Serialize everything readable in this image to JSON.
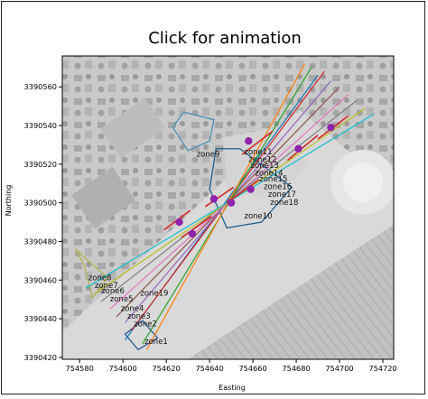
{
  "chart_data": {
    "type": "line",
    "title": "Click for animation",
    "xlabel": "Easting",
    "ylabel": "Northing",
    "xlim": [
      754572,
      754725
    ],
    "ylim": [
      3390419,
      3390576
    ],
    "xticks": [
      754580,
      754600,
      754620,
      754640,
      754660,
      754680,
      754700,
      754720
    ],
    "yticks": [
      3390420,
      3390440,
      3390460,
      3390480,
      3390500,
      3390520,
      3390540,
      3390560
    ],
    "background": "aerial photograph (grayscale)",
    "zones": [
      {
        "name": "zone1",
        "x": 754610,
        "y": 3390427,
        "color": "#2a5b8f",
        "polygon": [
          [
            754601,
            3390432
          ],
          [
            754609,
            3390439
          ],
          [
            754616,
            3390430
          ],
          [
            754607,
            3390424
          ]
        ]
      },
      {
        "name": "zone2",
        "x": 754605,
        "y": 3390436
      },
      {
        "name": "zone3",
        "x": 754602,
        "y": 3390440
      },
      {
        "name": "zone4",
        "x": 754599,
        "y": 3390444
      },
      {
        "name": "zone5",
        "x": 754594,
        "y": 3390449
      },
      {
        "name": "zone6",
        "x": 754590,
        "y": 3390453
      },
      {
        "name": "zone7",
        "x": 754587,
        "y": 3390456
      },
      {
        "name": "zone8",
        "x": 754584,
        "y": 3390460
      },
      {
        "name": "zone19",
        "x": 754608,
        "y": 3390452
      },
      {
        "name": "zone9",
        "x": 754634,
        "y": 3390524,
        "color": "#1f5e8c",
        "polygon": [
          [
            754643,
            3390528
          ],
          [
            754654,
            3390528
          ],
          [
            754678,
            3390508
          ],
          [
            754664,
            3390490
          ],
          [
            754648,
            3390487
          ],
          [
            754640,
            3390507
          ]
        ]
      },
      {
        "name": "zone10",
        "x": 754656,
        "y": 3390492
      },
      {
        "name": "zone11",
        "x": 754656,
        "y": 3390525
      },
      {
        "name": "zone12",
        "x": 754658,
        "y": 3390521
      },
      {
        "name": "zone13",
        "x": 754659,
        "y": 3390518
      },
      {
        "name": "zone14",
        "x": 754661,
        "y": 3390514
      },
      {
        "name": "zone15",
        "x": 754663,
        "y": 3390511
      },
      {
        "name": "zone16",
        "x": 754665,
        "y": 3390507
      },
      {
        "name": "zone17",
        "x": 754667,
        "y": 3390503
      },
      {
        "name": "zone18",
        "x": 754668,
        "y": 3390499
      }
    ],
    "extra_polygons": [
      {
        "color": "#4a90b0",
        "points": [
          [
            754623,
            3390539
          ],
          [
            754628,
            3390547
          ],
          [
            754642,
            3390543
          ],
          [
            754640,
            3390532
          ],
          [
            754630,
            3390527
          ]
        ]
      },
      {
        "color": "#b5b35a",
        "points": [
          [
            754578,
            3390476
          ],
          [
            754593,
            3390461
          ],
          [
            754586,
            3390451
          ],
          [
            754582,
            3390468
          ]
        ]
      }
    ],
    "series": [
      {
        "color": "#1f77b4",
        "start": [
          754601,
          3390429
        ],
        "end": [
          754690,
          3390566
        ]
      },
      {
        "color": "#d62728",
        "start": [
          754604,
          3390434
        ],
        "end": [
          754693,
          3390568
        ]
      },
      {
        "color": "#9467bd",
        "start": [
          754601,
          3390438
        ],
        "end": [
          754696,
          3390563
        ]
      },
      {
        "color": "#8c564b",
        "start": [
          754597,
          3390441
        ],
        "end": [
          754700,
          3390560
        ]
      },
      {
        "color": "#e377c2",
        "start": [
          754594,
          3390445
        ],
        "end": [
          754704,
          3390556
        ]
      },
      {
        "color": "#7f7f7f",
        "start": [
          754590,
          3390449
        ],
        "end": [
          754708,
          3390553
        ]
      },
      {
        "color": "#bcbd22",
        "start": [
          754587,
          3390453
        ],
        "end": [
          754712,
          3390549
        ]
      },
      {
        "color": "#17becf",
        "start": [
          754583,
          3390456
        ],
        "end": [
          754716,
          3390546
        ]
      },
      {
        "color": "#2ca02c",
        "start": [
          754609,
          3390427
        ],
        "end": [
          754687,
          3390570
        ]
      },
      {
        "color": "#ff7f0e",
        "start": [
          754611,
          3390424
        ],
        "end": [
          754684,
          3390572
        ]
      }
    ],
    "segments": [
      {
        "color": "#d62728",
        "start": [
          754638,
          3390498
        ],
        "end": [
          754651,
          3390508
        ]
      },
      {
        "color": "#d62728",
        "start": [
          754627,
          3390482
        ],
        "end": [
          754641,
          3390493
        ]
      },
      {
        "color": "#d62728",
        "start": [
          754648,
          3390500
        ],
        "end": [
          754663,
          3390512
        ]
      },
      {
        "color": "#d62728",
        "start": [
          754619,
          3390486
        ],
        "end": [
          754631,
          3390496
        ]
      },
      {
        "color": "#d62728",
        "start": [
          754655,
          3390525
        ],
        "end": [
          754669,
          3390537
        ]
      },
      {
        "color": "#d62728",
        "start": [
          754676,
          3390522
        ],
        "end": [
          754690,
          3390535
        ]
      },
      {
        "color": "#d62728",
        "start": [
          754690,
          3390533
        ],
        "end": [
          754704,
          3390545
        ]
      }
    ],
    "markers": [
      {
        "x": 754626,
        "y": 3390490
      },
      {
        "x": 754632,
        "y": 3390484
      },
      {
        "x": 754642,
        "y": 3390502
      },
      {
        "x": 754650,
        "y": 3390500
      },
      {
        "x": 754659,
        "y": 3390507
      },
      {
        "x": 754658,
        "y": 3390532
      },
      {
        "x": 754681,
        "y": 3390528
      },
      {
        "x": 754696,
        "y": 3390539
      }
    ],
    "colors": {
      "marker": "#8e24aa",
      "map_bg": "#cfcfcf",
      "road": "#b9b9b9",
      "grid_text": "#222222"
    }
  }
}
